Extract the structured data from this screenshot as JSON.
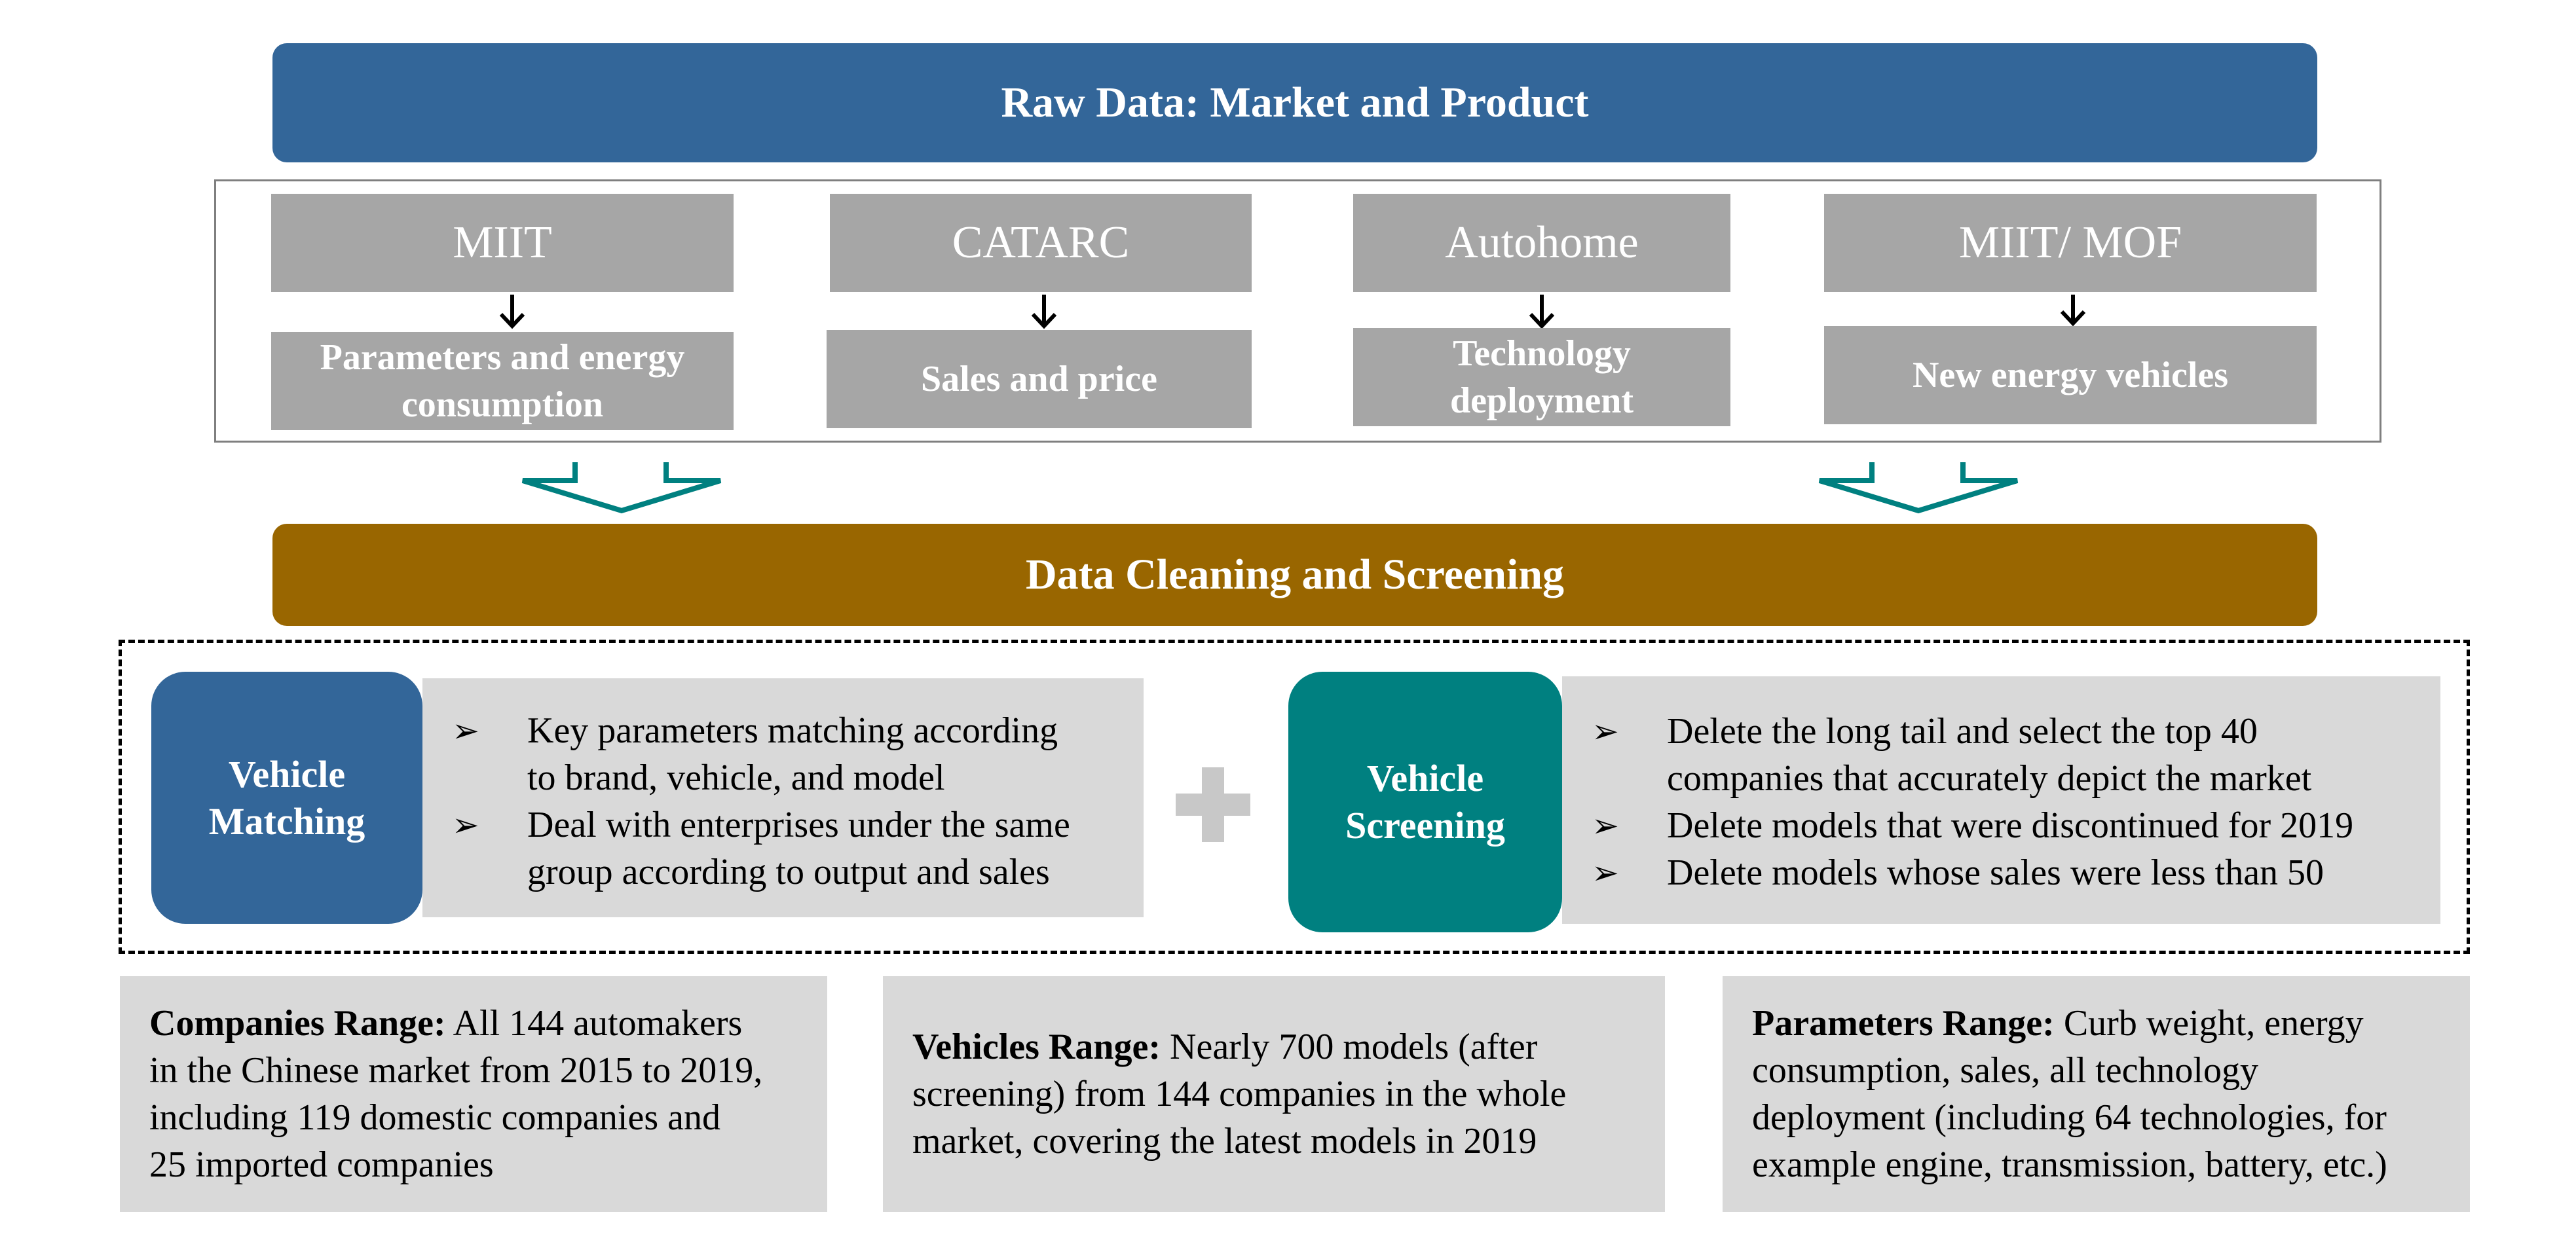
{
  "header": {
    "title": "Raw Data: Market and Product"
  },
  "sources": [
    {
      "name": "MIIT",
      "detail_lines": [
        "Parameters and energy",
        "consumption"
      ]
    },
    {
      "name": "CATARC",
      "detail_lines": [
        "Sales and price"
      ]
    },
    {
      "name": "Autohome",
      "detail_lines": [
        "Technology",
        "deployment"
      ]
    },
    {
      "name": "MIIT/ MOF",
      "detail_lines": [
        "New energy vehicles"
      ]
    }
  ],
  "cleaning": {
    "title": "Data Cleaning and Screening"
  },
  "matching": {
    "label_lines": [
      "Vehicle",
      "Matching"
    ],
    "bullets": [
      {
        "lines": [
          "Key parameters matching according",
          "to brand, vehicle, and model"
        ]
      },
      {
        "lines": [
          "Deal with enterprises under the same",
          "group according to output and sales"
        ]
      }
    ]
  },
  "plus_symbol": "+",
  "screening": {
    "label_lines": [
      "Vehicle",
      "Screening"
    ],
    "bullets": [
      {
        "lines": [
          "Delete the long tail and select the top 40",
          "companies that accurately depict the market"
        ]
      },
      {
        "lines": [
          "Delete models that were discontinued for 2019"
        ]
      },
      {
        "lines": [
          "Delete models whose sales were less than 50"
        ]
      }
    ]
  },
  "bullet_marker": "➢",
  "ranges": [
    {
      "heading": "Companies Range:",
      "lines": [
        " All 144 automakers",
        "in the Chinese market from 2015 to 2019,",
        "including 119 domestic companies and",
        "25 imported companies"
      ]
    },
    {
      "heading": "Vehicles Range:",
      "lines": [
        " Nearly 700 models (after",
        "screening) from 144 companies in the whole",
        "market, covering the latest models in 2019"
      ]
    },
    {
      "heading": "Parameters Range:",
      "lines": [
        " Curb weight, energy",
        "consumption, sales, all technology",
        "deployment (including 64 technologies, for",
        "example engine, transmission, battery, etc.)"
      ]
    }
  ],
  "colors": {
    "header_banner": "#336699",
    "cleaning_banner": "#996600",
    "source_boxes": "#a6a6a6",
    "panels": "#d9d9d9",
    "vehicle_matching": "#336699",
    "vehicle_screening": "#008080",
    "merge_arrows": "#008080"
  },
  "icons": {
    "source_arrow": "down-arrow-icon",
    "merge_arrow": "merge-chevron-icon",
    "plus": "plus-icon"
  }
}
